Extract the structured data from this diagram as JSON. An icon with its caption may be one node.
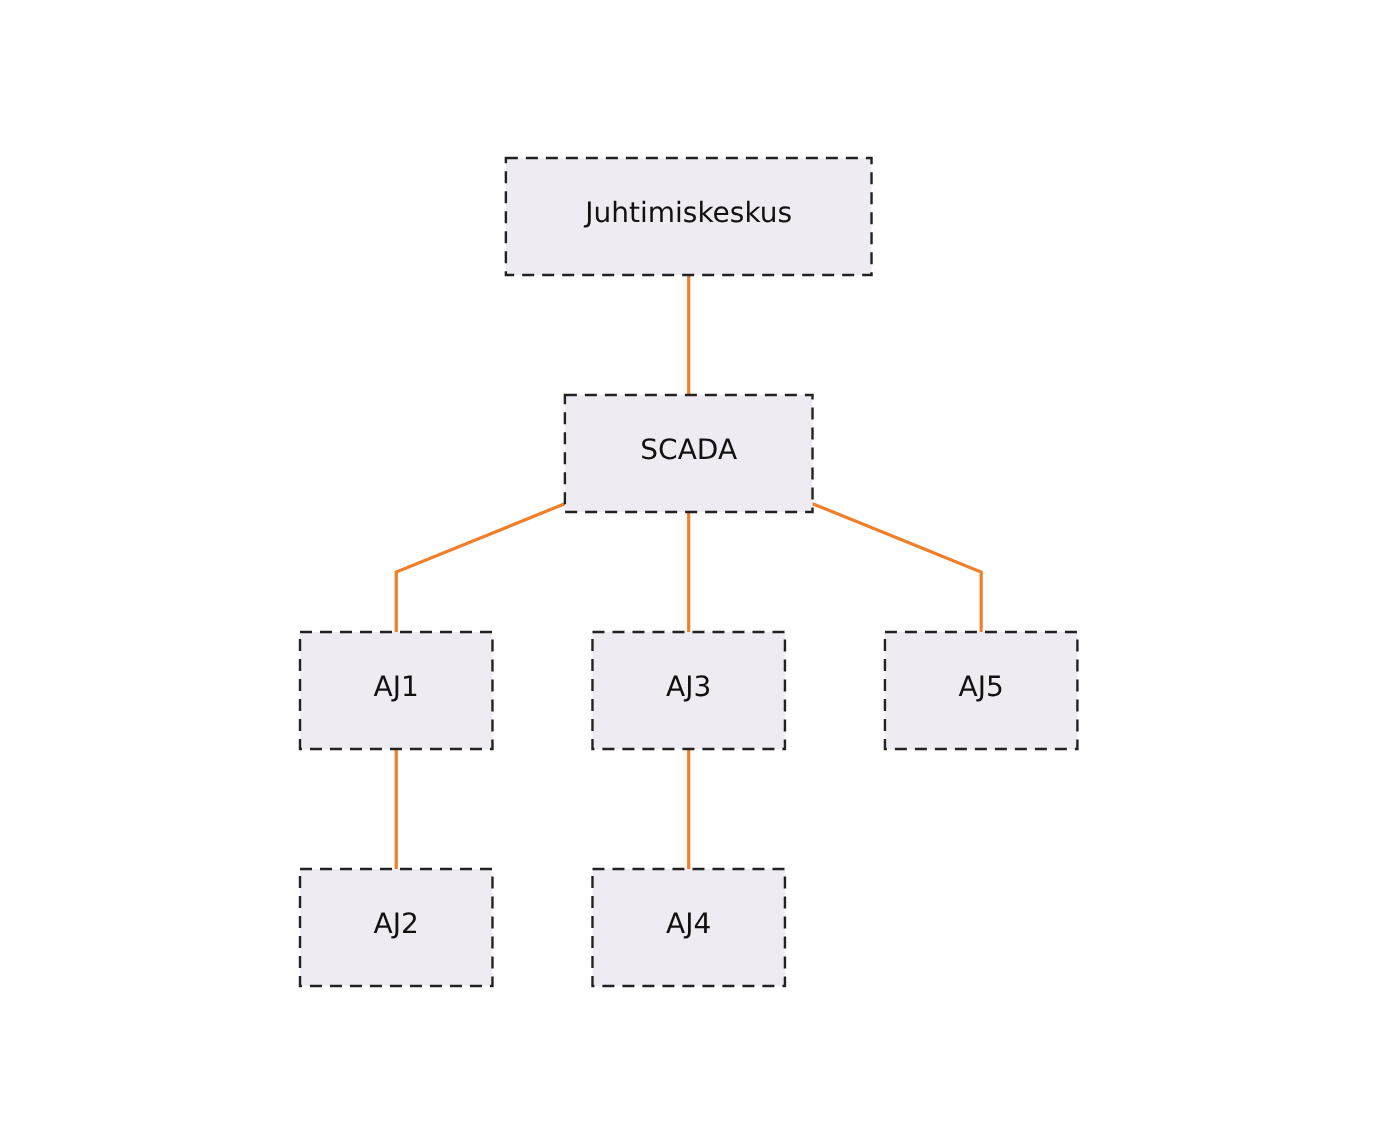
{
  "diagram": {
    "nodes": [
      {
        "text": [
          "Juhtimiskeskus"
        ]
      },
      {
        "text": [
          "SCADA"
        ]
      },
      {
        "text": [
          "AJ1"
        ]
      },
      {
        "text": [
          "AJ3"
        ]
      },
      {
        "text": [
          "AJ5"
        ]
      },
      {
        "text": [
          "AJ2"
        ]
      },
      {
        "text": [
          "AJ4"
        ]
      }
    ],
    "edges": [
      {
        "from": 0,
        "to": 1,
        "arrow": "none"
      },
      {
        "from": 1,
        "to": 2,
        "arrow": "none"
      },
      {
        "from": 1,
        "to": 3,
        "arrow": "none"
      },
      {
        "from": 1,
        "to": 4,
        "arrow": "none"
      },
      {
        "from": 2,
        "to": 5,
        "arrow": "none"
      },
      {
        "from": 3,
        "to": 6,
        "arrow": "none"
      }
    ]
  }
}
